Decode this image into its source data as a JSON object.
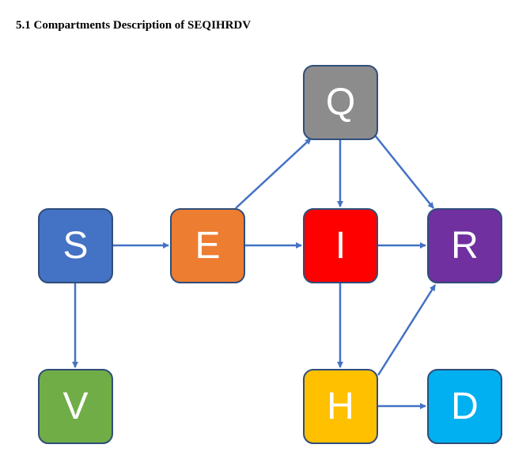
{
  "heading": "5.1 Compartments Description of SEQIHRDV",
  "arrow_color": "#4472c4",
  "nodes": {
    "S": {
      "label": "S",
      "color": "#4472c4"
    },
    "E": {
      "label": "E",
      "color": "#ed7d31"
    },
    "Q": {
      "label": "Q",
      "color": "#8c8c8c"
    },
    "I": {
      "label": "I",
      "color": "#ff0000"
    },
    "R": {
      "label": "R",
      "color": "#7030a0"
    },
    "V": {
      "label": "V",
      "color": "#70ad47"
    },
    "H": {
      "label": "H",
      "color": "#ffc000"
    },
    "D": {
      "label": "D",
      "color": "#00b0f0"
    }
  },
  "edges": [
    {
      "from": "S",
      "to": "E"
    },
    {
      "from": "S",
      "to": "V"
    },
    {
      "from": "E",
      "to": "I"
    },
    {
      "from": "E",
      "to": "Q"
    },
    {
      "from": "Q",
      "to": "I"
    },
    {
      "from": "Q",
      "to": "R"
    },
    {
      "from": "I",
      "to": "R"
    },
    {
      "from": "I",
      "to": "H"
    },
    {
      "from": "H",
      "to": "R"
    },
    {
      "from": "H",
      "to": "D"
    }
  ]
}
